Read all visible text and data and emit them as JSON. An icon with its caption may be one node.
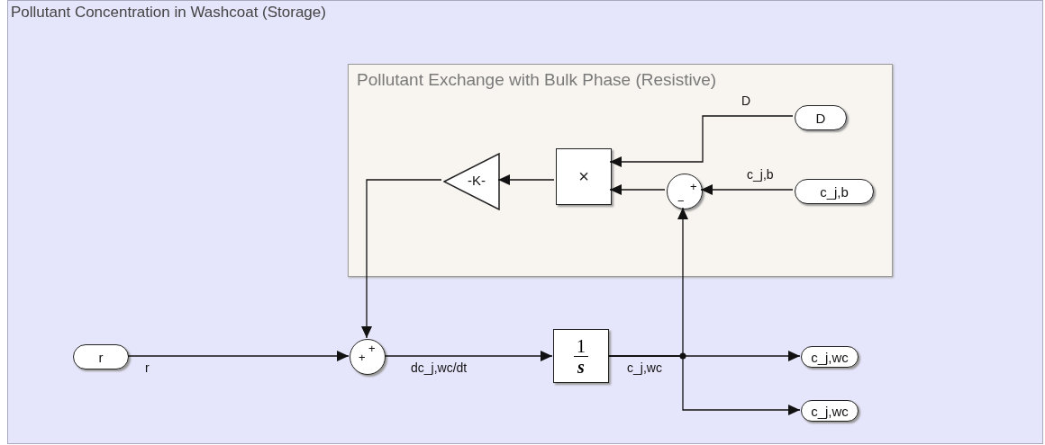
{
  "diagram": {
    "nodes": [
      {
        "text": [
          "Pollutant Concentration in Washcoat (Storage)"
        ]
      },
      {
        "text": [
          "Pollutant Exchange with Bulk Phase (Resistive)"
        ],
        "in": 0
      },
      {
        "text": [
          "D"
        ],
        "in": 1
      },
      {
        "text": [
          "×"
        ],
        "in": 1
      },
      {
        "text": [
          "−",
          "+"
        ],
        "in": 1
      },
      {
        "text": [
          "c_j,b"
        ],
        "in": 1
      },
      {
        "text": [
          "-K-"
        ],
        "in": 1
      },
      {
        "text": [
          "r"
        ],
        "in": 0
      },
      {
        "text": [
          "+",
          "+"
        ],
        "in": 0
      },
      {
        "text": [
          "1",
          "s"
        ],
        "in": 0
      },
      {
        "text": [
          "c_j,wc"
        ],
        "in": 0
      },
      {
        "text": [
          "c_j,wc"
        ],
        "in": 0
      }
    ],
    "edges": [
      {
        "from": 2,
        "to": 3,
        "arrow": "to",
        "label": "D"
      },
      {
        "from": 5,
        "to": 4,
        "arrow": "to",
        "label": "c_j,b"
      },
      {
        "from": 4,
        "to": 3,
        "arrow": "to"
      },
      {
        "from": 3,
        "to": 6,
        "arrow": "to"
      },
      {
        "from": 6,
        "to": 8,
        "arrow": "to"
      },
      {
        "from": 7,
        "to": 8,
        "arrow": "to",
        "label": "r"
      },
      {
        "from": 8,
        "to": 9,
        "arrow": "to",
        "label": "dc_j,wc/dt"
      },
      {
        "from": 9,
        "to": 10,
        "arrow": "to",
        "label": "c_j,wc"
      },
      {
        "from": 9,
        "to": 11,
        "arrow": "to"
      },
      {
        "from": 9,
        "to": 4,
        "arrow": "to"
      }
    ]
  }
}
